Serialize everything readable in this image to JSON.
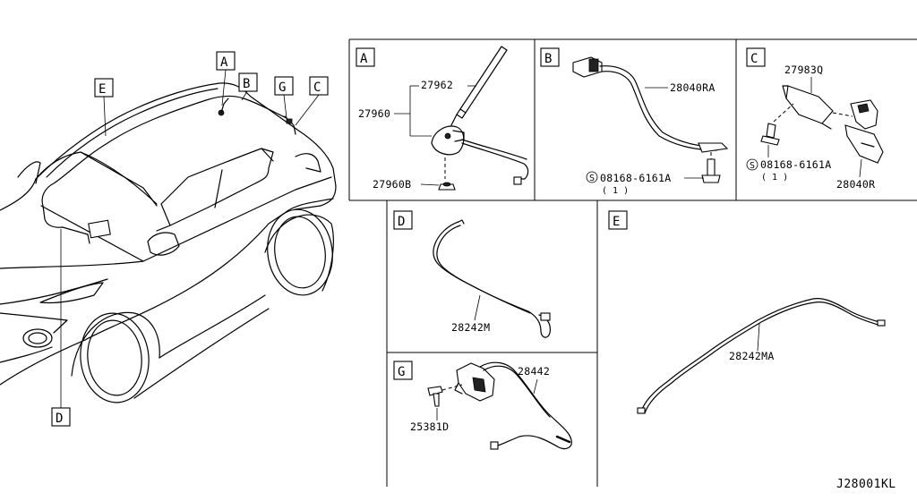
{
  "diagram_code": "J28001KL",
  "callouts": {
    "A": "A",
    "B": "B",
    "C": "C",
    "D": "D",
    "E": "E",
    "G": "G"
  },
  "panels": {
    "A": {
      "letter": "A",
      "parts": {
        "p27962": "27962",
        "p27960": "27960",
        "p27960B": "27960B"
      }
    },
    "B": {
      "letter": "B",
      "parts": {
        "p28040RA": "28040RA",
        "bolt": "08168-6161A",
        "qty": "( 1 )"
      }
    },
    "C": {
      "letter": "C",
      "parts": {
        "p27983Q": "27983Q",
        "bolt": "08168-6161A",
        "qty": "( 1 )",
        "p28040R": "28040R"
      }
    },
    "D": {
      "letter": "D",
      "parts": {
        "p28242M": "28242M"
      }
    },
    "E": {
      "letter": "E",
      "parts": {
        "p28242MA": "28242MA"
      }
    },
    "G": {
      "letter": "G",
      "parts": {
        "p28442": "28442",
        "p25381D": "25381D"
      }
    }
  },
  "symbols": {
    "s_mark": "S"
  }
}
